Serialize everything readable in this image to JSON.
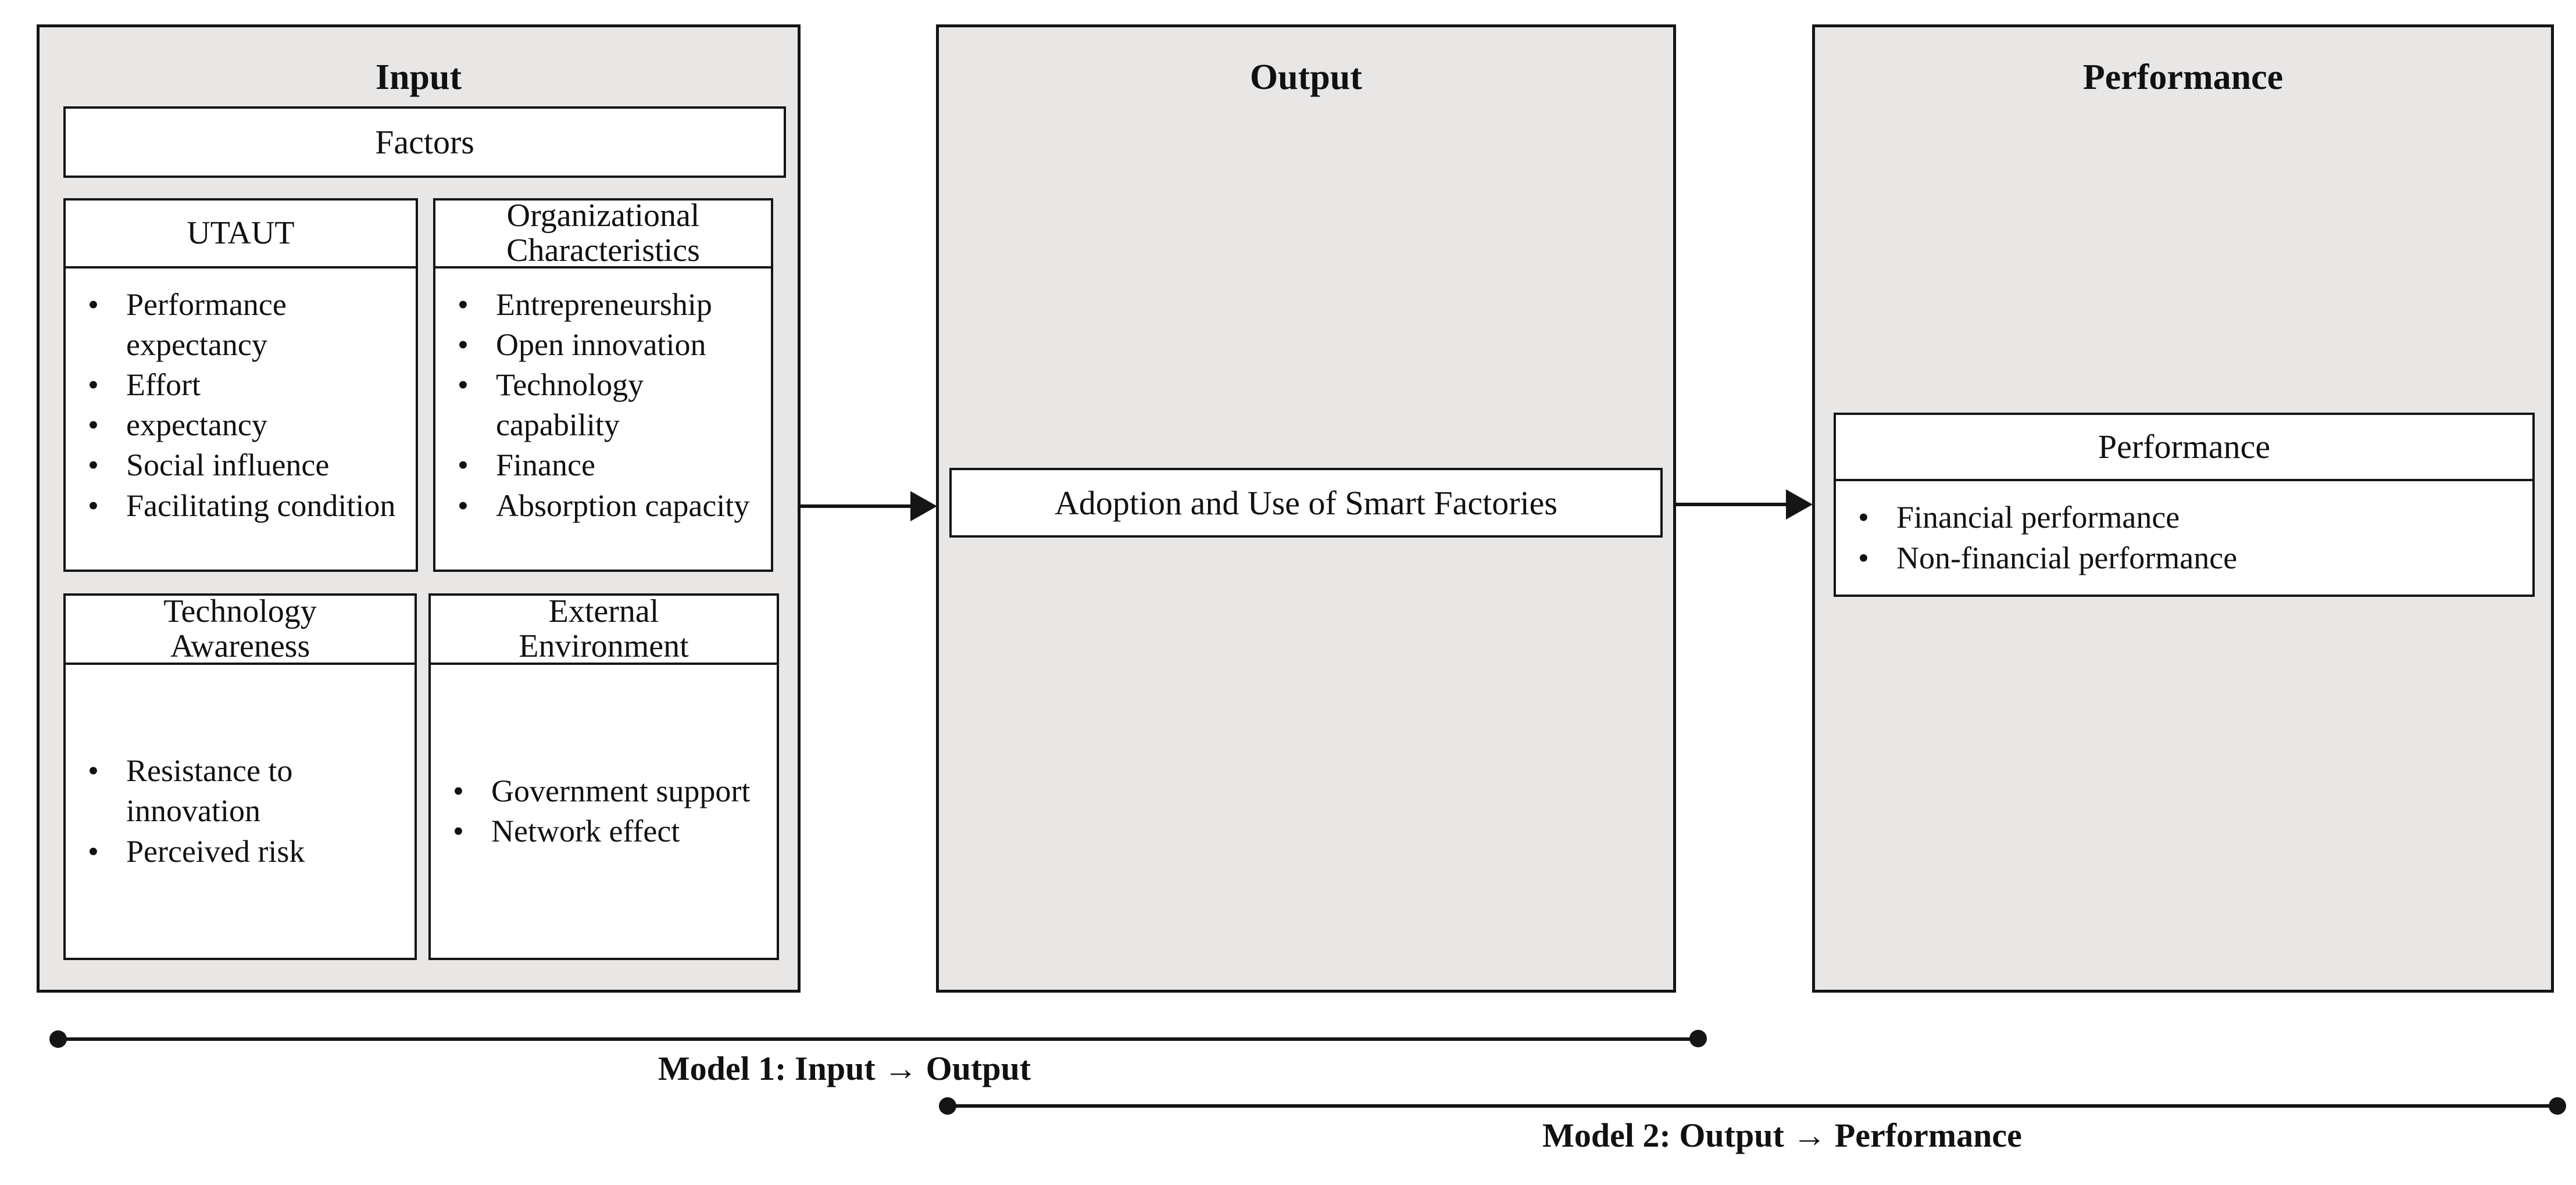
{
  "bullet_char": "•",
  "colors": {
    "panel_bg": "#e9e6e6",
    "box_bg": "#ffffff",
    "border": "#151515",
    "text": "#111111"
  },
  "panels": {
    "input": {
      "title": "Input",
      "factors_header": "Factors",
      "utaut": {
        "header": "UTAUT",
        "items": [
          "Performance expectancy",
          "Effort",
          "expectancy",
          "Social influence",
          "Facilitating condition"
        ]
      },
      "organizational": {
        "header": "Organizational Characteristics",
        "items": [
          "Entrepreneurship",
          "Open innovation",
          "Technology capability",
          "Finance",
          "Absorption capacity"
        ]
      },
      "technology_awareness": {
        "header": "Technology Awareness",
        "items": [
          "Resistance to innovation",
          "Perceived risk"
        ]
      },
      "external_environment": {
        "header": "External Environment",
        "items": [
          "Government support",
          "Network effect"
        ]
      }
    },
    "output": {
      "title": "Output",
      "adoption_box_label": "Adoption and Use of Smart Factories"
    },
    "performance": {
      "title": "Performance",
      "box_header": "Performance",
      "items": [
        "Financial performance",
        "Non-financial performance"
      ]
    }
  },
  "annotations": {
    "model1_label": "Model 1: Input → Output",
    "model2_label": "Model 2: Output → Performance"
  }
}
